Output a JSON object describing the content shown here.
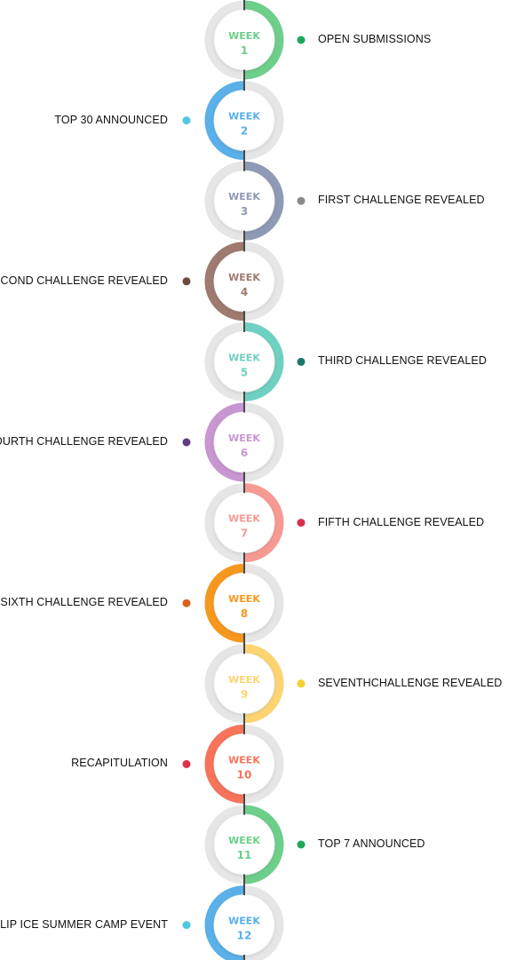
{
  "week_word": "WEEK",
  "weeks": [
    {
      "num": "1",
      "event": "OPEN SUBMISSIONS",
      "side": "right",
      "color": "#6dcf8a",
      "dot": "#1ea85a"
    },
    {
      "num": "2",
      "event": "TOP 30 ANNOUNCED",
      "side": "left",
      "color": "#5ab0e8",
      "dot": "#4fc8e0"
    },
    {
      "num": "3",
      "event": "FIRST CHALLENGE REVEALED",
      "side": "right",
      "color": "#8f9ab6",
      "dot": "#8a8a8a"
    },
    {
      "num": "4",
      "event": "SECOND CHALLENGE REVEALED",
      "side": "left",
      "color": "#9e7a6f",
      "dot": "#6b4a40"
    },
    {
      "num": "5",
      "event": "THIRD CHALLENGE REVEALED",
      "side": "right",
      "color": "#6fd1c2",
      "dot": "#167a6a"
    },
    {
      "num": "6",
      "event": "FOURTH CHALLENGE REVEALED",
      "side": "left",
      "color": "#c896d0",
      "dot": "#5e3c84"
    },
    {
      "num": "7",
      "event": "FIFTH CHALLENGE REVEALED",
      "side": "right",
      "color": "#f79a94",
      "dot": "#d8304e"
    },
    {
      "num": "8",
      "event": "SIXTH CHALLENGE REVEALED",
      "side": "left",
      "color": "#f7981e",
      "dot": "#d9601e"
    },
    {
      "num": "9",
      "event": "SEVENTHCHALLENGE REVEALED",
      "side": "right",
      "color": "#fdd472",
      "dot": "#f4cf2e"
    },
    {
      "num": "10",
      "event": "RECAPITULATION",
      "side": "left",
      "color": "#f7735a",
      "dot": "#e0304a"
    },
    {
      "num": "11",
      "event": "TOP 7 ANNOUNCED",
      "side": "right",
      "color": "#6dcf8a",
      "dot": "#1ea85a"
    },
    {
      "num": "12",
      "event": "LIP ICE SUMMER CAMP EVENT",
      "side": "left",
      "color": "#5ab0e8",
      "dot": "#4fc8e0"
    }
  ]
}
